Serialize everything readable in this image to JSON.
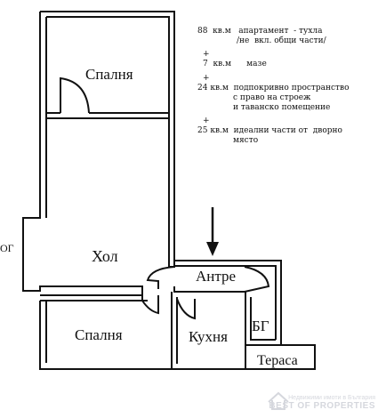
{
  "rooms": {
    "bedroom_top": "Спалня",
    "hall": "Хол",
    "bedroom_bottom": "Спалня",
    "kitchen": "Кухня",
    "anteroom": "Антре",
    "bathroom": "БГ",
    "terrace": "Тераса",
    "side_marker": "ОГ"
  },
  "notes": {
    "line1": "88  кв.м   апартамент  - тухла",
    "line2": "/не  вкл. общи части/",
    "plus1": "+",
    "line3": "7  кв.м      мазе",
    "plus2": "+",
    "line4": "24 кв.м  подпокривно пространство",
    "line5": "с право на строеж",
    "line6": "и таванско помещение",
    "plus3": "+",
    "line7": "25 кв.м  идеални части от  дворно",
    "line8": "място"
  },
  "watermark": {
    "line1": "Недвижими имоти в България",
    "line2": "BEST OF PROPERTIES"
  },
  "colors": {
    "ink": "#111111",
    "watermark": "#8a8fa0"
  }
}
